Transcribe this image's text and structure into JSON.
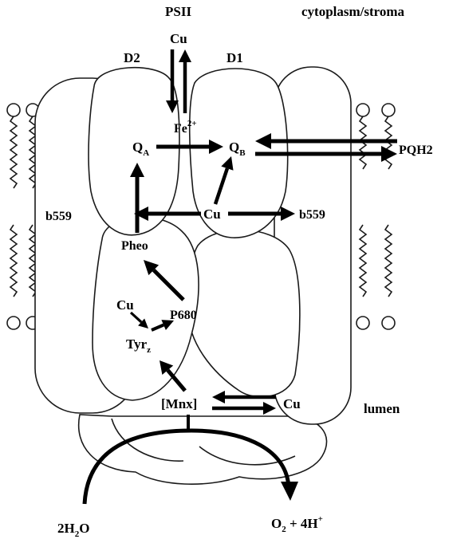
{
  "labels": {
    "psii": "PSII",
    "cytoplasm": "cytoplasm/stroma",
    "lumen": "lumen",
    "d2": "D2",
    "d1": "D1",
    "cu_top": "Cu",
    "fe": "Fe",
    "fe_sup": "2+",
    "qa": "Q",
    "qa_sub": "A",
    "qb": "Q",
    "qb_sub": "B",
    "pqh2": "PQH2",
    "b559_left": "b559",
    "b559_right": "b559",
    "cu_center": "Cu",
    "pheo": "Pheo",
    "cu_p680": "Cu",
    "p680": "P680",
    "tyr": "Tyr",
    "tyr_sub": "z",
    "mnx": "[Mnx]",
    "cu_mnx": "Cu",
    "water": "2H",
    "water_sub": "2",
    "water_o": "O",
    "oxygen": "O",
    "oxygen_sub": "2",
    "protons": " + 4H",
    "protons_sup": "+"
  }
}
